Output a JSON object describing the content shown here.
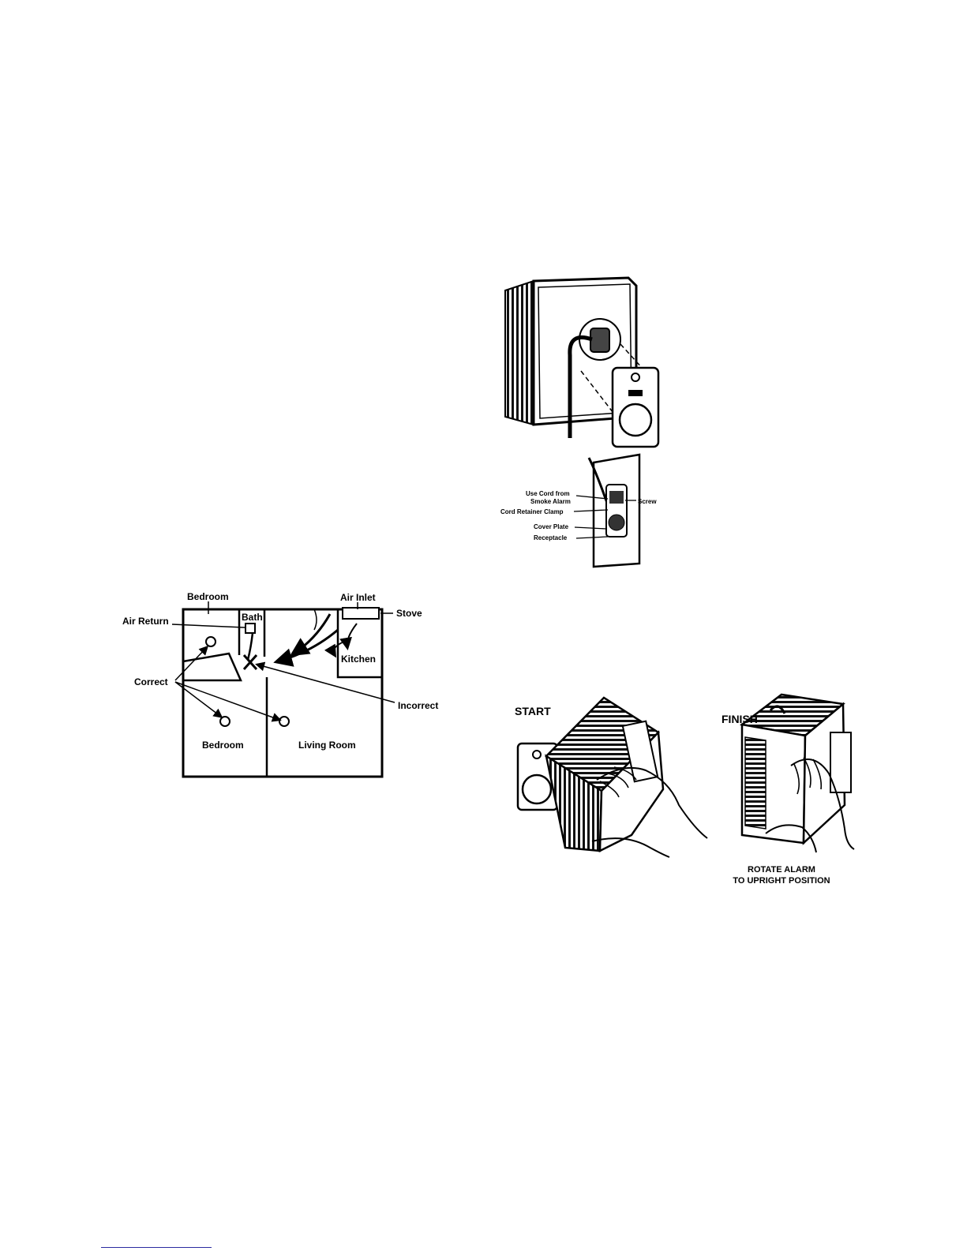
{
  "floorplan": {
    "labels": {
      "bedroom_top": "Bedroom",
      "air_inlet": "Air Inlet",
      "air_return": "Air Return",
      "bath": "Bath",
      "stove": "Stove",
      "kitchen": "Kitchen",
      "correct": "Correct",
      "incorrect": "Incorrect",
      "bedroom_bottom": "Bedroom",
      "living_room": "Living Room"
    }
  },
  "mounting": {
    "labels": {
      "use_cord": "Use Cord from",
      "smoke_alarm": "Smoke Alarm",
      "screw": "Screw",
      "cord_clamp": "Cord Retainer Clamp",
      "cover_plate": "Cover Plate",
      "receptacle": "Receptacle"
    }
  },
  "rotation": {
    "start": "START",
    "finish": "FINISH",
    "caption_line1": "ROTATE ALARM",
    "caption_line2": "TO UPRIGHT POSITION"
  }
}
